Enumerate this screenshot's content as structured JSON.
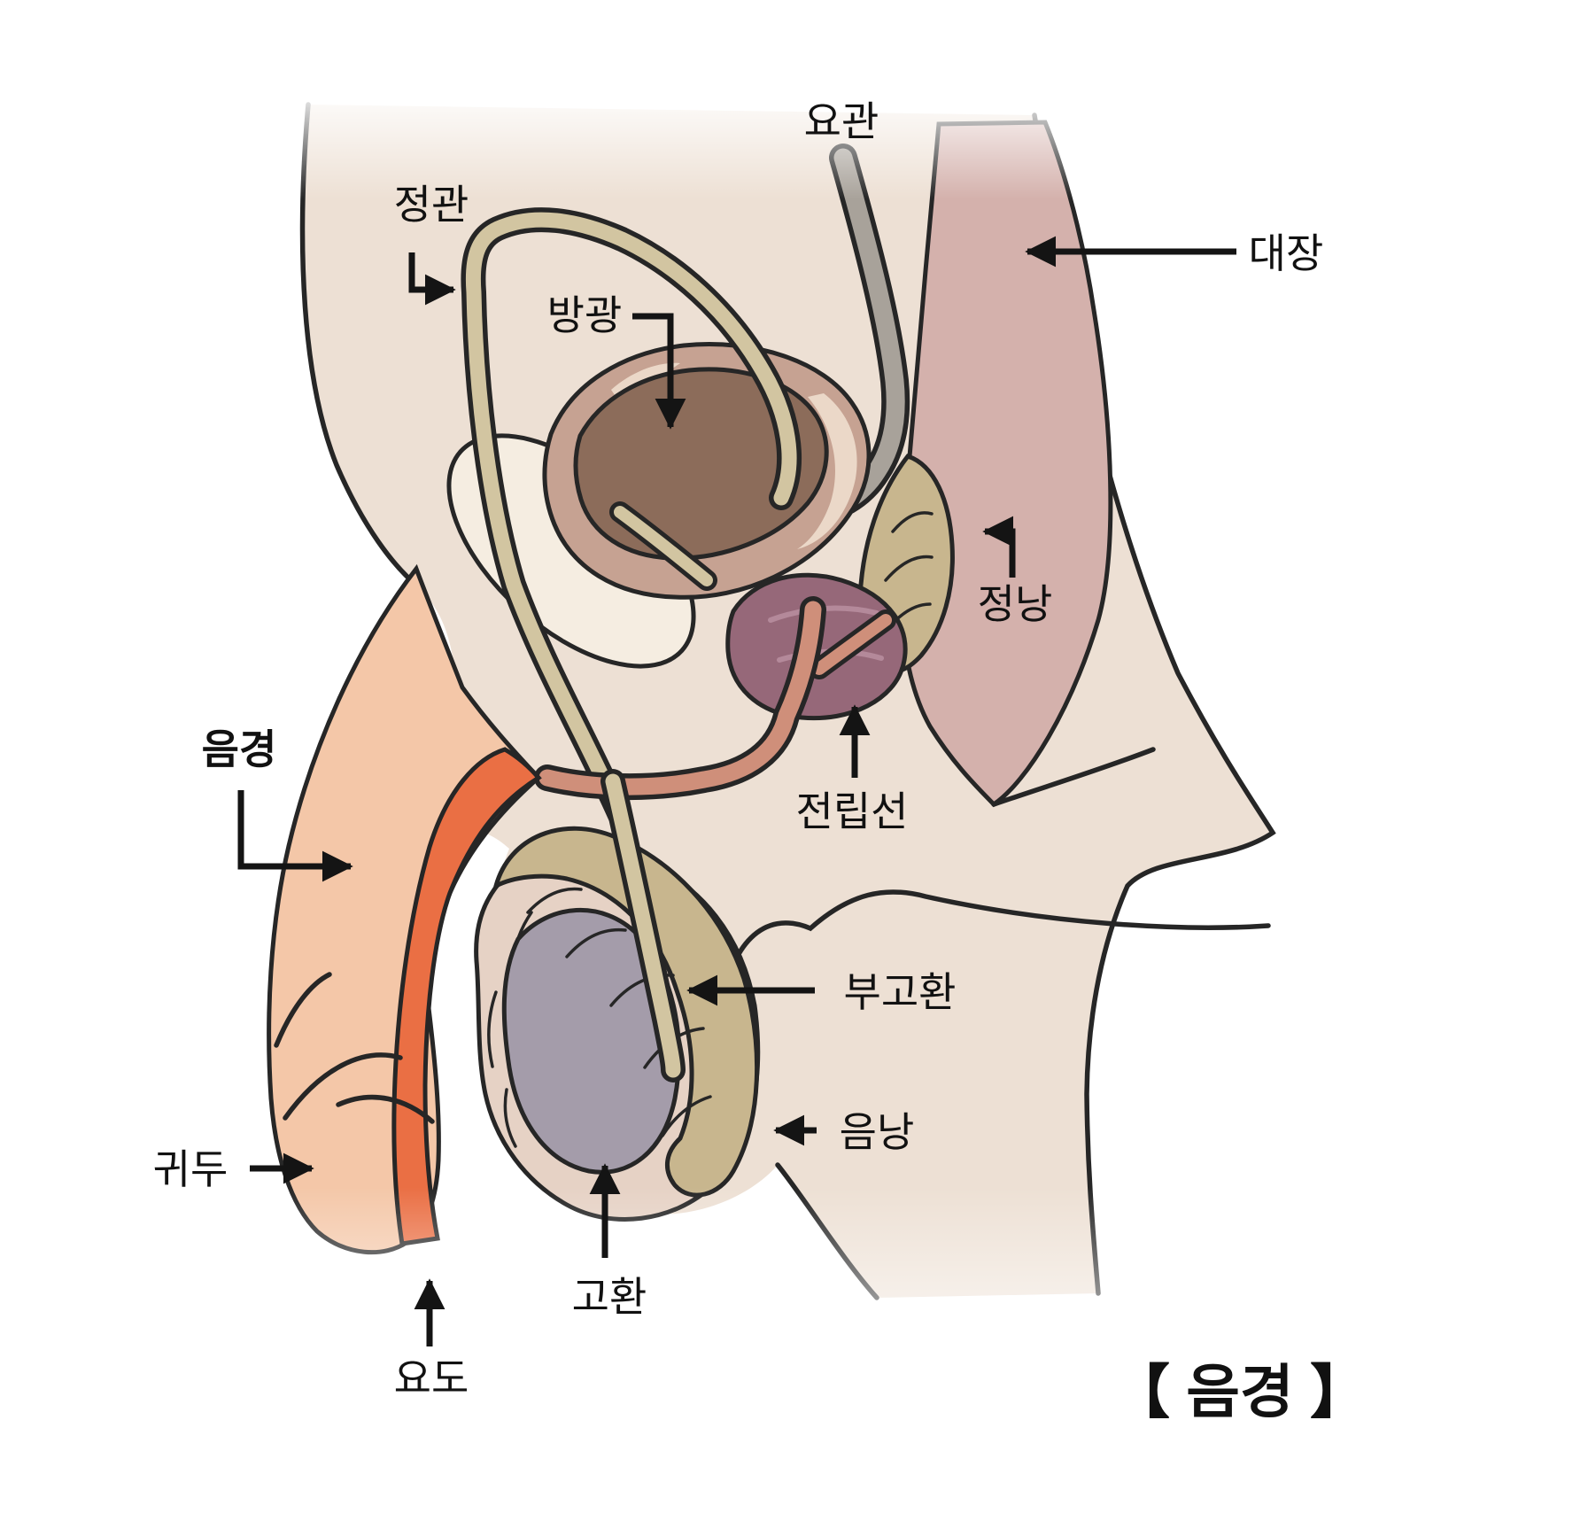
{
  "title": "【 음경 】",
  "labels": {
    "ureter": "요관",
    "vas_deferens": "정관",
    "bladder": "방광",
    "colon": "대장",
    "seminal_vesicle": "정낭",
    "prostate": "전립선",
    "penis": "음경",
    "epididymis": "부고환",
    "scrotum": "음낭",
    "glans": "귀두",
    "testis": "고환",
    "urethra": "요도"
  },
  "colors": {
    "outline": "#262626",
    "skin": "#ede0d4",
    "colon": "#d4b1ac",
    "ureter_tube": "#a8a29a",
    "vas_tube": "#d2c5a1",
    "bladder_outer": "#c6a292",
    "bladder_inner": "#8c6c5a",
    "bladder_lumen": "#ebd8c8",
    "pubic_bone": "#f5ede1",
    "seminal_vesicle": "#c8b68e",
    "prostate": "#966879",
    "urethra_tube": "#cf8f7a",
    "urethra_penile": "#ea6f44",
    "penis_skin": "#f4c7a8",
    "testis": "#a49caa",
    "scrotum_skin": "#e6d2c5"
  }
}
